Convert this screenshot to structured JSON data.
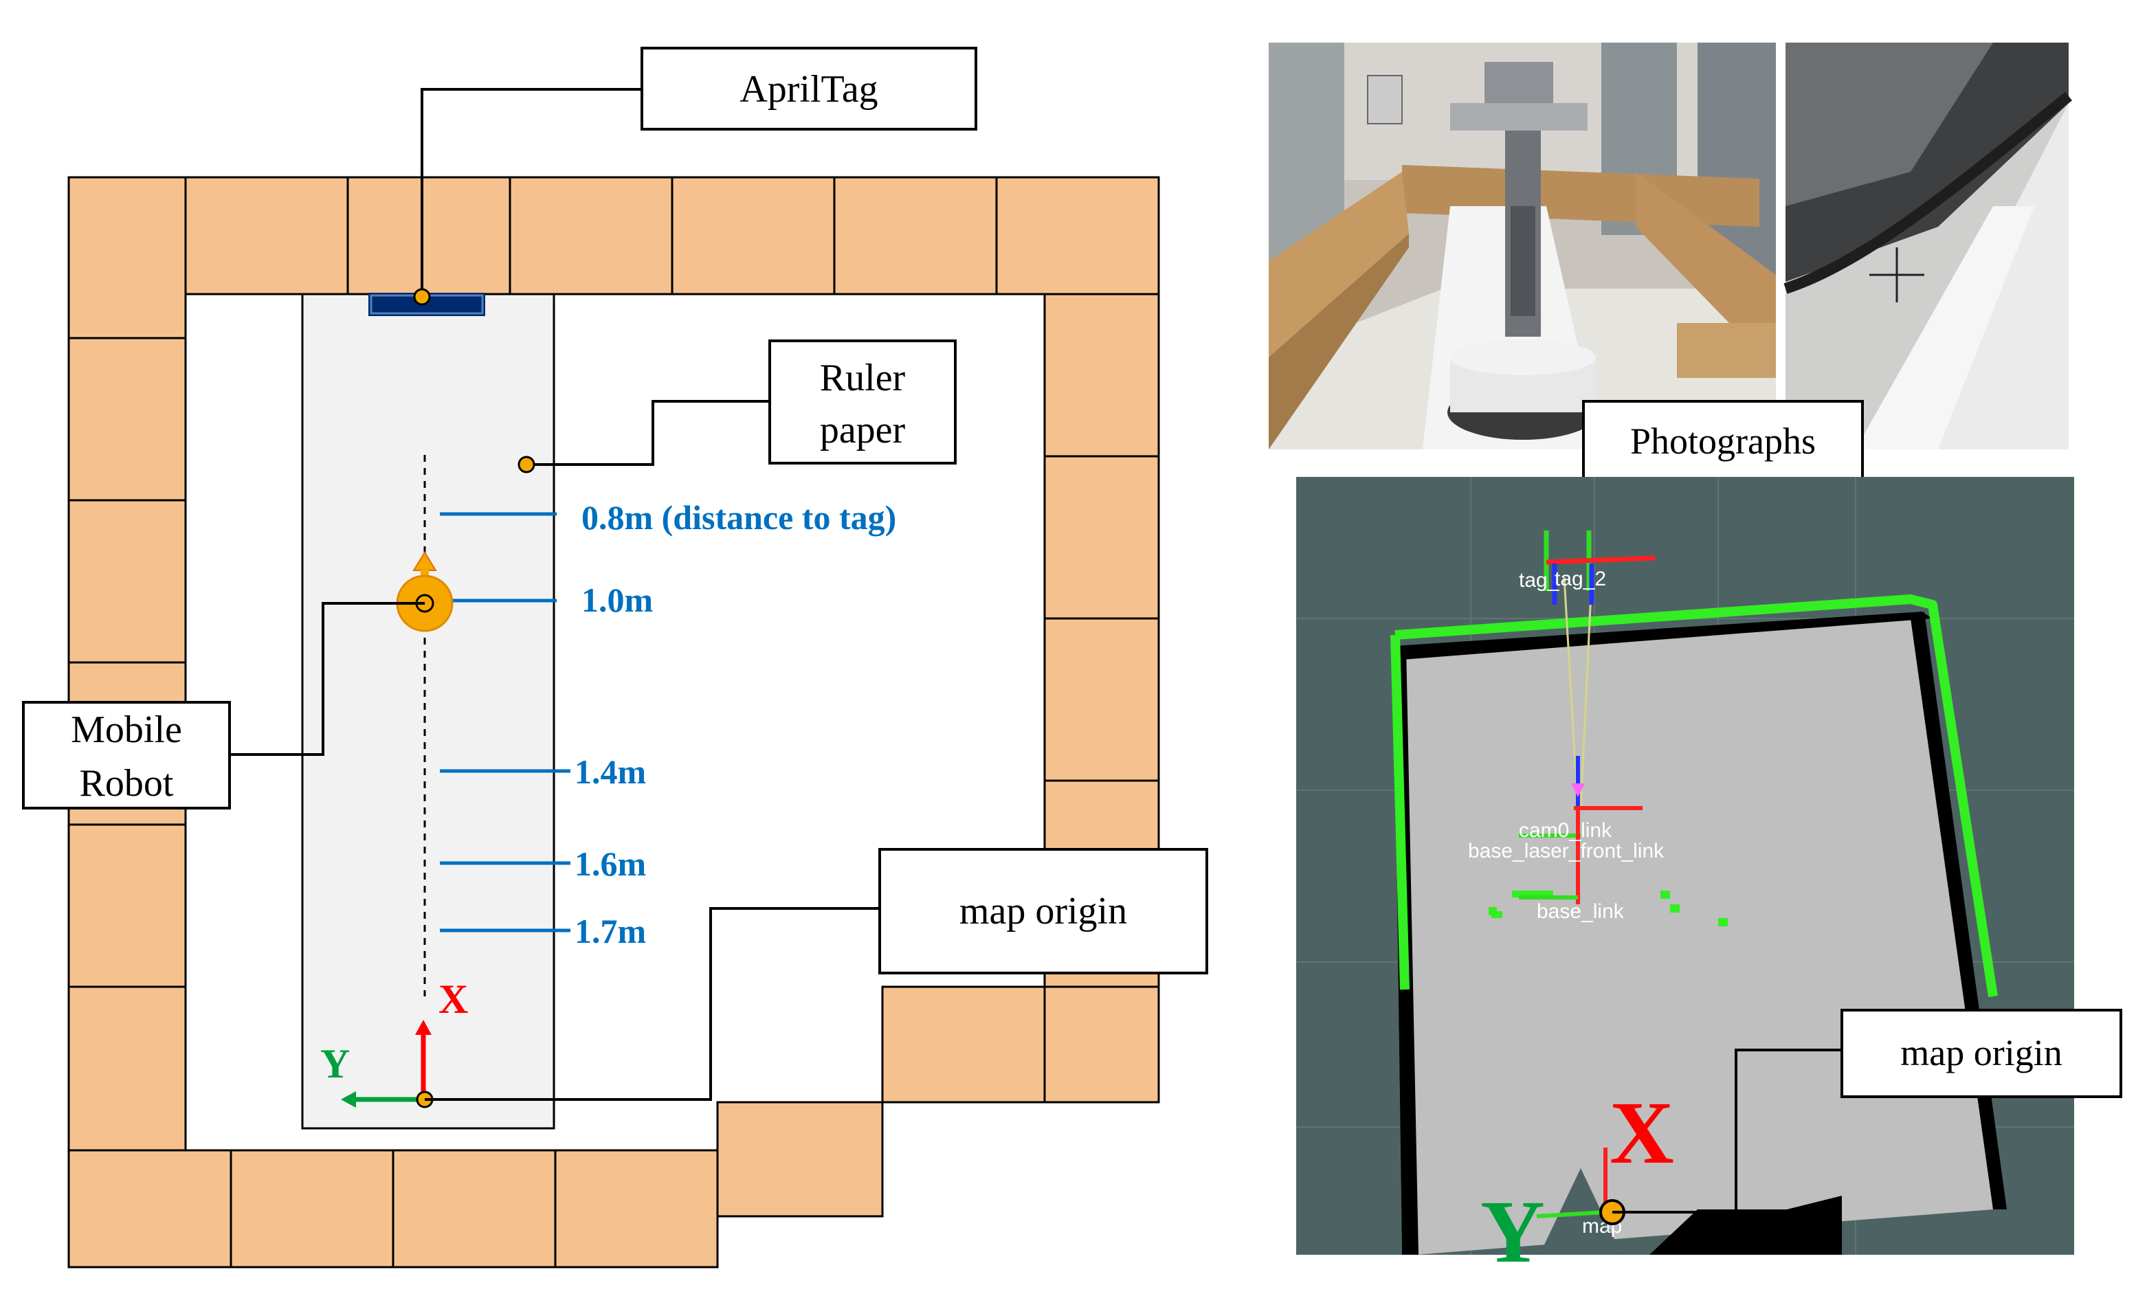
{
  "left_diagram": {
    "labels": {
      "apriltag": "AprilTag",
      "ruler_paper_line1": "Ruler",
      "ruler_paper_line2": "paper",
      "mobile_robot_line1": "Mobile",
      "mobile_robot_line2": "Robot",
      "map_origin": "map origin",
      "axis_x": "X",
      "axis_y": "Y"
    },
    "distances": [
      "0.8m (distance to tag)",
      "1.0m",
      "1.4m",
      "1.6m",
      "1.7m"
    ]
  },
  "photographs": {
    "label": "Photographs"
  },
  "rviz_map": {
    "label_map_origin": "map origin",
    "axis_x": "X",
    "axis_y": "Y",
    "frame_labels": {
      "tag": "tag_2",
      "tag_overlap": "tag_",
      "cam": "cam0_link",
      "laser": "base_laser_front_link",
      "base": "base_link",
      "map": "map"
    }
  },
  "colors": {
    "box_fill": "#f5c28f",
    "box_stroke": "#000000",
    "paper_fill": "#f2f2f2",
    "distance_blue": "#0070c0",
    "axis_red": "#ff0000",
    "axis_green": "#00a03c",
    "robot_orange": "#f7a800",
    "tag_navy": "#002a6e",
    "map_background": "#4d6363",
    "map_free": "#bfbfbf",
    "scan_green": "#33ee22"
  }
}
